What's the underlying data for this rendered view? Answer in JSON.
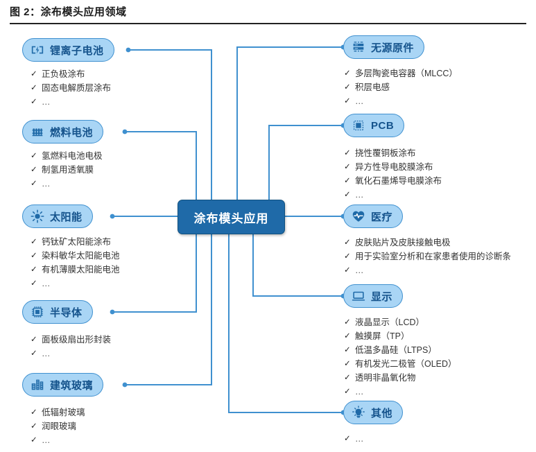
{
  "figure": {
    "title": "图 2：涂布模头应用领域",
    "center_label": "涂布模头应用"
  },
  "colors": {
    "center_fill": "#1f6aa8",
    "center_border": "#11517f",
    "pill_fill": "#a9d5f5",
    "pill_border": "#3f90cf",
    "pill_text": "#15538c",
    "wire": "#3f90cf",
    "body_text": "#333333"
  },
  "branches": [
    {
      "id": "lithium-battery",
      "label": "锂离子电池",
      "icon": "battery-icon",
      "side": "left",
      "items": [
        "正负极涂布",
        "固态电解质层涂布",
        "…"
      ]
    },
    {
      "id": "fuel-cell",
      "label": "燃料电池",
      "icon": "fuel-cell-icon",
      "side": "left",
      "items": [
        "氢燃料电池电极",
        "制氢用透氧膜",
        "…"
      ]
    },
    {
      "id": "solar",
      "label": "太阳能",
      "icon": "sun-icon",
      "side": "left",
      "items": [
        "钙钛矿太阳能涂布",
        "染料敏华太阳能电池",
        "有机薄膜太阳能电池",
        "…"
      ]
    },
    {
      "id": "semiconductor",
      "label": "半导体",
      "icon": "chip-icon",
      "side": "left",
      "items": [
        "面板级扇出形封装",
        "…"
      ]
    },
    {
      "id": "architectural-glass",
      "label": "建筑玻璃",
      "icon": "building-icon",
      "side": "left",
      "items": [
        "低辐射玻璃",
        "润眼玻璃",
        "…"
      ]
    },
    {
      "id": "passive-components",
      "label": "无源原件",
      "icon": "server-stack-icon",
      "side": "right",
      "items": [
        "多层陶瓷电容器（MLCC）",
        "积层电感",
        "…"
      ]
    },
    {
      "id": "pcb",
      "label": "PCB",
      "icon": "pcb-chip-icon",
      "side": "right",
      "items": [
        "挠性覆铜板涂布",
        "异方性导电胶膜涂布",
        "氧化石墨烯导电膜涂布",
        "…"
      ]
    },
    {
      "id": "medical",
      "label": "医疗",
      "icon": "heart-pulse-icon",
      "side": "right",
      "items": [
        "皮肤贴片及皮肤接触电极",
        "用于实验室分析和在家患者使用的诊断条",
        "…"
      ]
    },
    {
      "id": "display",
      "label": "显示",
      "icon": "monitor-icon",
      "side": "right",
      "items": [
        "液晶显示（LCD）",
        "触摸屏（TP）",
        "低温多晶硅（LTPS）",
        "有机发光二极管（OLED）",
        "透明非晶氧化物",
        "…"
      ]
    },
    {
      "id": "other",
      "label": "其他",
      "icon": "lightbulb-icon",
      "side": "right",
      "items": [
        "…"
      ]
    }
  ]
}
